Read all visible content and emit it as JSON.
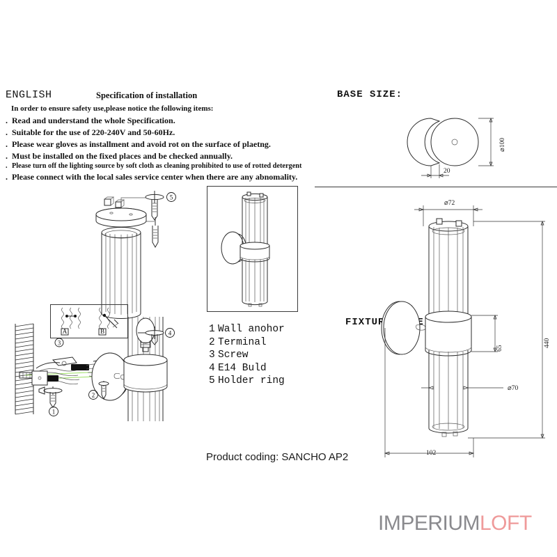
{
  "document": {
    "language_heading": "ENGLISH",
    "spec_heading": "Specification of installation",
    "intro": "In order to ensure safety use,please notice the following items:",
    "notes": [
      "Read and understand the whole Specification.",
      "Suitable for the use of 220-240V and 50-60Hz.",
      "Please wear gloves as installment and avoid rot on the surface of plaetng.",
      "Must be installed on the fixed places and be checked annually.",
      "Please turn off the lighting source by soft cloth as cleaning prohibited to use of rotted detergent",
      "Please connect with the local sales service center when there are any abnomality."
    ],
    "product_coding": "Product coding: SANCHO AP2"
  },
  "parts_list": [
    {
      "number": "1",
      "label": "Wall anohor"
    },
    {
      "number": "2",
      "label": "Terminal"
    },
    {
      "number": "3",
      "label": "Screw"
    },
    {
      "number": "4",
      "label": "E14 Buld"
    },
    {
      "number": "5",
      "label": "Holder ring"
    }
  ],
  "base_size": {
    "title": "BASE SIZE:",
    "diameter": "⌀100",
    "depth": "20"
  },
  "fixture_size": {
    "title": "FIXTURE SIZE:",
    "top_diameter": "⌀72",
    "body_diameter": "⌀70",
    "band_height": "65",
    "total_height": "440",
    "projection": "102"
  },
  "detail_box": {
    "callout": "3",
    "panel_a": "A",
    "panel_b": "B"
  },
  "callouts": {
    "wall_anchor": "1",
    "terminal": "2",
    "bulb": "4",
    "holder_ring": "5"
  },
  "brand": {
    "part1": "IMPERIUM",
    "part2": "LOFT",
    "color1": "#8a8a8e",
    "color2": "#ef9a9a"
  }
}
